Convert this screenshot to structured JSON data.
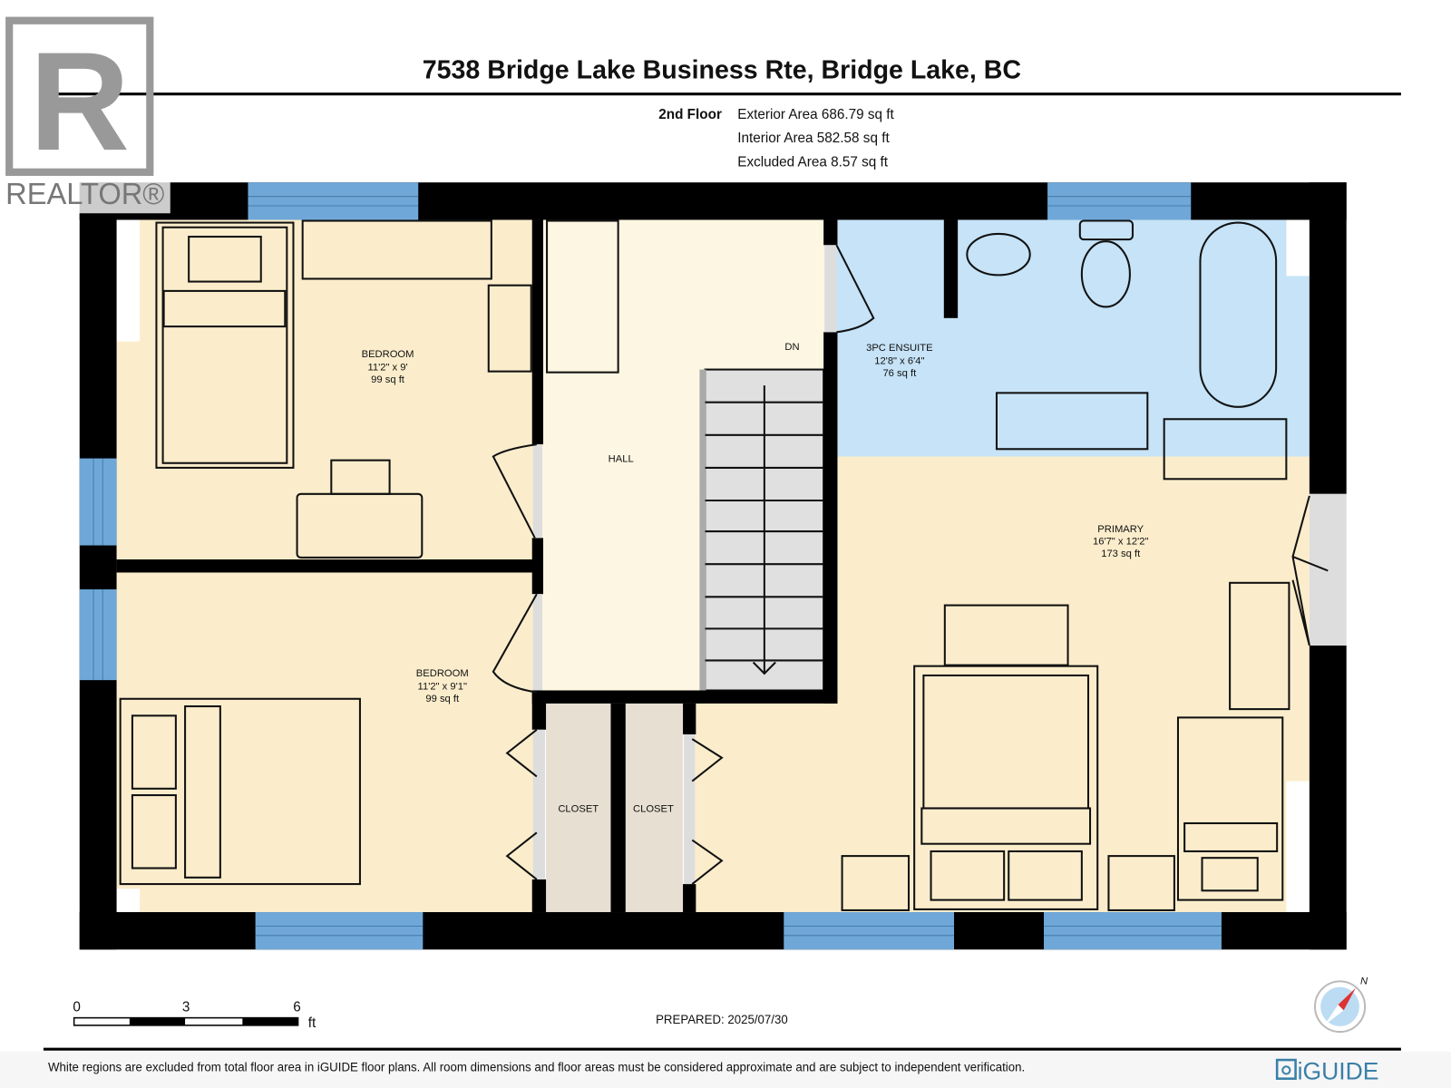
{
  "header": {
    "title": "7538 Bridge Lake Business Rte, Bridge Lake, BC",
    "floor_label": "2nd Floor",
    "areas": [
      "Exterior Area 686.79 sq ft",
      "Interior Area 582.58 sq ft",
      "Excluded Area 8.57 sq ft"
    ]
  },
  "logo": {
    "text": "REALTOR®",
    "letter": "R"
  },
  "rooms": {
    "bedroom1": {
      "name": "BEDROOM",
      "dims": "11'2\" x 9'",
      "area": "99 sq ft"
    },
    "bedroom2": {
      "name": "BEDROOM",
      "dims": "11'2\" x 9'1\"",
      "area": "99 sq ft"
    },
    "hall": {
      "name": "HALL"
    },
    "stairs": {
      "label": "DN"
    },
    "ensuite": {
      "name": "3PC ENSUITE",
      "dims": "12'8\" x 6'4\"",
      "area": "76 sq ft"
    },
    "primary": {
      "name": "PRIMARY",
      "dims": "16'7\" x 12'2\"",
      "area": "173 sq ft"
    },
    "closet1": {
      "name": "CLOSET"
    },
    "closet2": {
      "name": "CLOSET"
    }
  },
  "scale_bar": {
    "ticks": [
      "0",
      "3",
      "6"
    ],
    "unit": "ft"
  },
  "prepared": "PREPARED: 2025/07/30",
  "compass": {
    "label": "N"
  },
  "footer": {
    "disclaimer": "White regions are excluded from total floor area in iGUIDE floor plans. All room dimensions and floor areas must be considered approximate and are subject to independent verification.",
    "brand": "iGUIDE"
  },
  "colors": {
    "bedroom": "#fbedcc",
    "hall": "#fdf6e2",
    "ensuite": "#c6e3f7",
    "closet": "#e7dfd2",
    "window": "#6fa8d8",
    "brand": "#3a7fa8"
  }
}
